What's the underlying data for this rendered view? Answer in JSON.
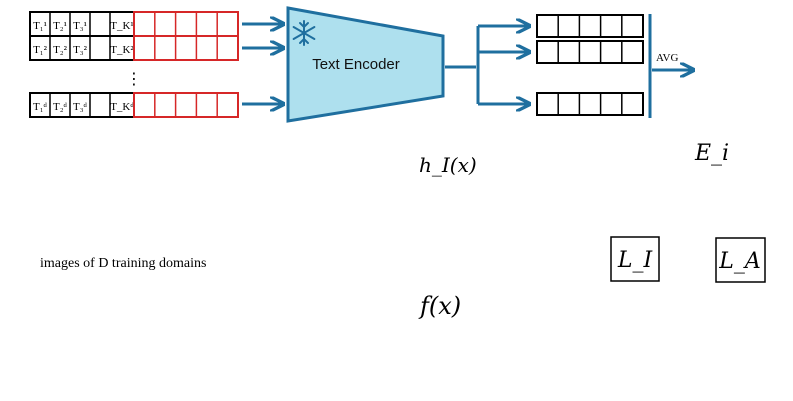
{
  "prompt_rows": [
    {
      "tokens": [
        "T₁¹",
        "T₂¹",
        "T₃¹",
        "",
        "T_K¹"
      ]
    },
    {
      "tokens": [
        "T₁²",
        "T₂²",
        "T₃²",
        "",
        "T_K²"
      ]
    },
    {
      "tokens": [
        "T₁ᵈ",
        "T₂ᵈ",
        "T₃ᵈ",
        "",
        "T_Kᵈ"
      ]
    }
  ],
  "ellipsis": "⋮",
  "encoder": {
    "label": "Text Encoder",
    "icon": "snowflake-icon"
  },
  "avg_label": "AVG",
  "labels": {
    "h_I": "h_I(x)",
    "E_i": "E_i",
    "images_caption": "images of D training domains",
    "f_x": "f(x)",
    "L_I": "L_I",
    "L_A": "L_A"
  },
  "colors": {
    "arrow_blue": "#1f6f9f",
    "encoder_fill": "#aee0ee",
    "encoder_stroke": "#1f6f9f",
    "context_red": "#d62728",
    "token_black": "#000000"
  }
}
